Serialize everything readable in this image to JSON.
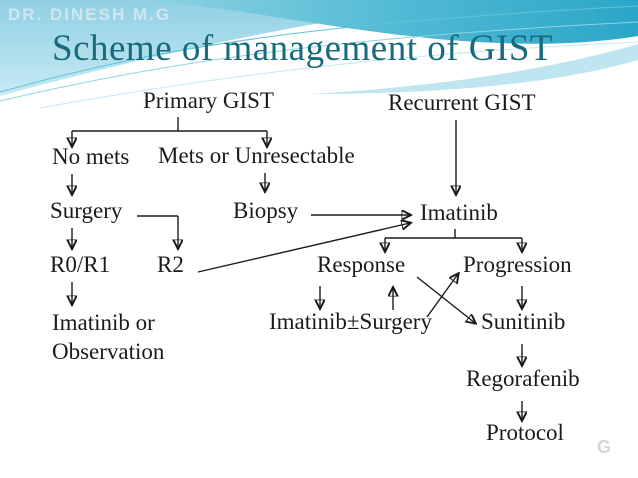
{
  "watermark_top": "DR. DINESH M.G",
  "watermark_bottom": "G",
  "title": "Scheme of management of GIST",
  "colors": {
    "title_text": "#176b7d",
    "node_text": "#1b1b1b",
    "connector": "#1b1b1b",
    "wave_light_blue": "#9bd5e6",
    "wave_cyan": "#2ba6c8",
    "wave_pale_band": "#bfe6f0"
  },
  "flowchart": {
    "nodes": {
      "primary_gist": "Primary GIST",
      "recurrent_gist": "Recurrent GIST",
      "no_mets": "No mets",
      "mets_or_unresectable": "Mets or Unresectable",
      "surgery": "Surgery",
      "biopsy": "Biopsy",
      "imatinib": "Imatinib",
      "r0r1": "R0/R1",
      "r2": "R2",
      "response": "Response",
      "progression": "Progression",
      "imatinib_or_observation_line1": "Imatinib or",
      "imatinib_or_observation_line2": "Observation",
      "imatinib_pm_surgery": "Imatinib±Surgery",
      "sunitinib": "Sunitinib",
      "regorafenib": "Regorafenib",
      "protocol": "Protocol"
    },
    "edges": [
      {
        "from": "Primary GIST",
        "to": "No mets"
      },
      {
        "from": "Primary GIST",
        "to": "Mets or Unresectable"
      },
      {
        "from": "No mets",
        "to": "Surgery"
      },
      {
        "from": "Mets or Unresectable",
        "to": "Biopsy"
      },
      {
        "from": "Surgery",
        "to": "R0/R1"
      },
      {
        "from": "Surgery",
        "to": "R2"
      },
      {
        "from": "R0/R1",
        "to": "Imatinib or Observation"
      },
      {
        "from": "Biopsy",
        "to": "Imatinib"
      },
      {
        "from": "R2",
        "to": "Imatinib"
      },
      {
        "from": "Recurrent GIST",
        "to": "Imatinib"
      },
      {
        "from": "Imatinib",
        "to": "Response"
      },
      {
        "from": "Imatinib",
        "to": "Progression"
      },
      {
        "from": "Response",
        "to": "Imatinib±Surgery"
      },
      {
        "from": "Imatinib±Surgery",
        "to": "Response"
      },
      {
        "from": "Response",
        "to": "Sunitinib"
      },
      {
        "from": "Imatinib±Surgery",
        "to": "Progression"
      },
      {
        "from": "Progression",
        "to": "Sunitinib"
      },
      {
        "from": "Sunitinib",
        "to": "Regorafenib"
      },
      {
        "from": "Regorafenib",
        "to": "Protocol"
      }
    ]
  }
}
